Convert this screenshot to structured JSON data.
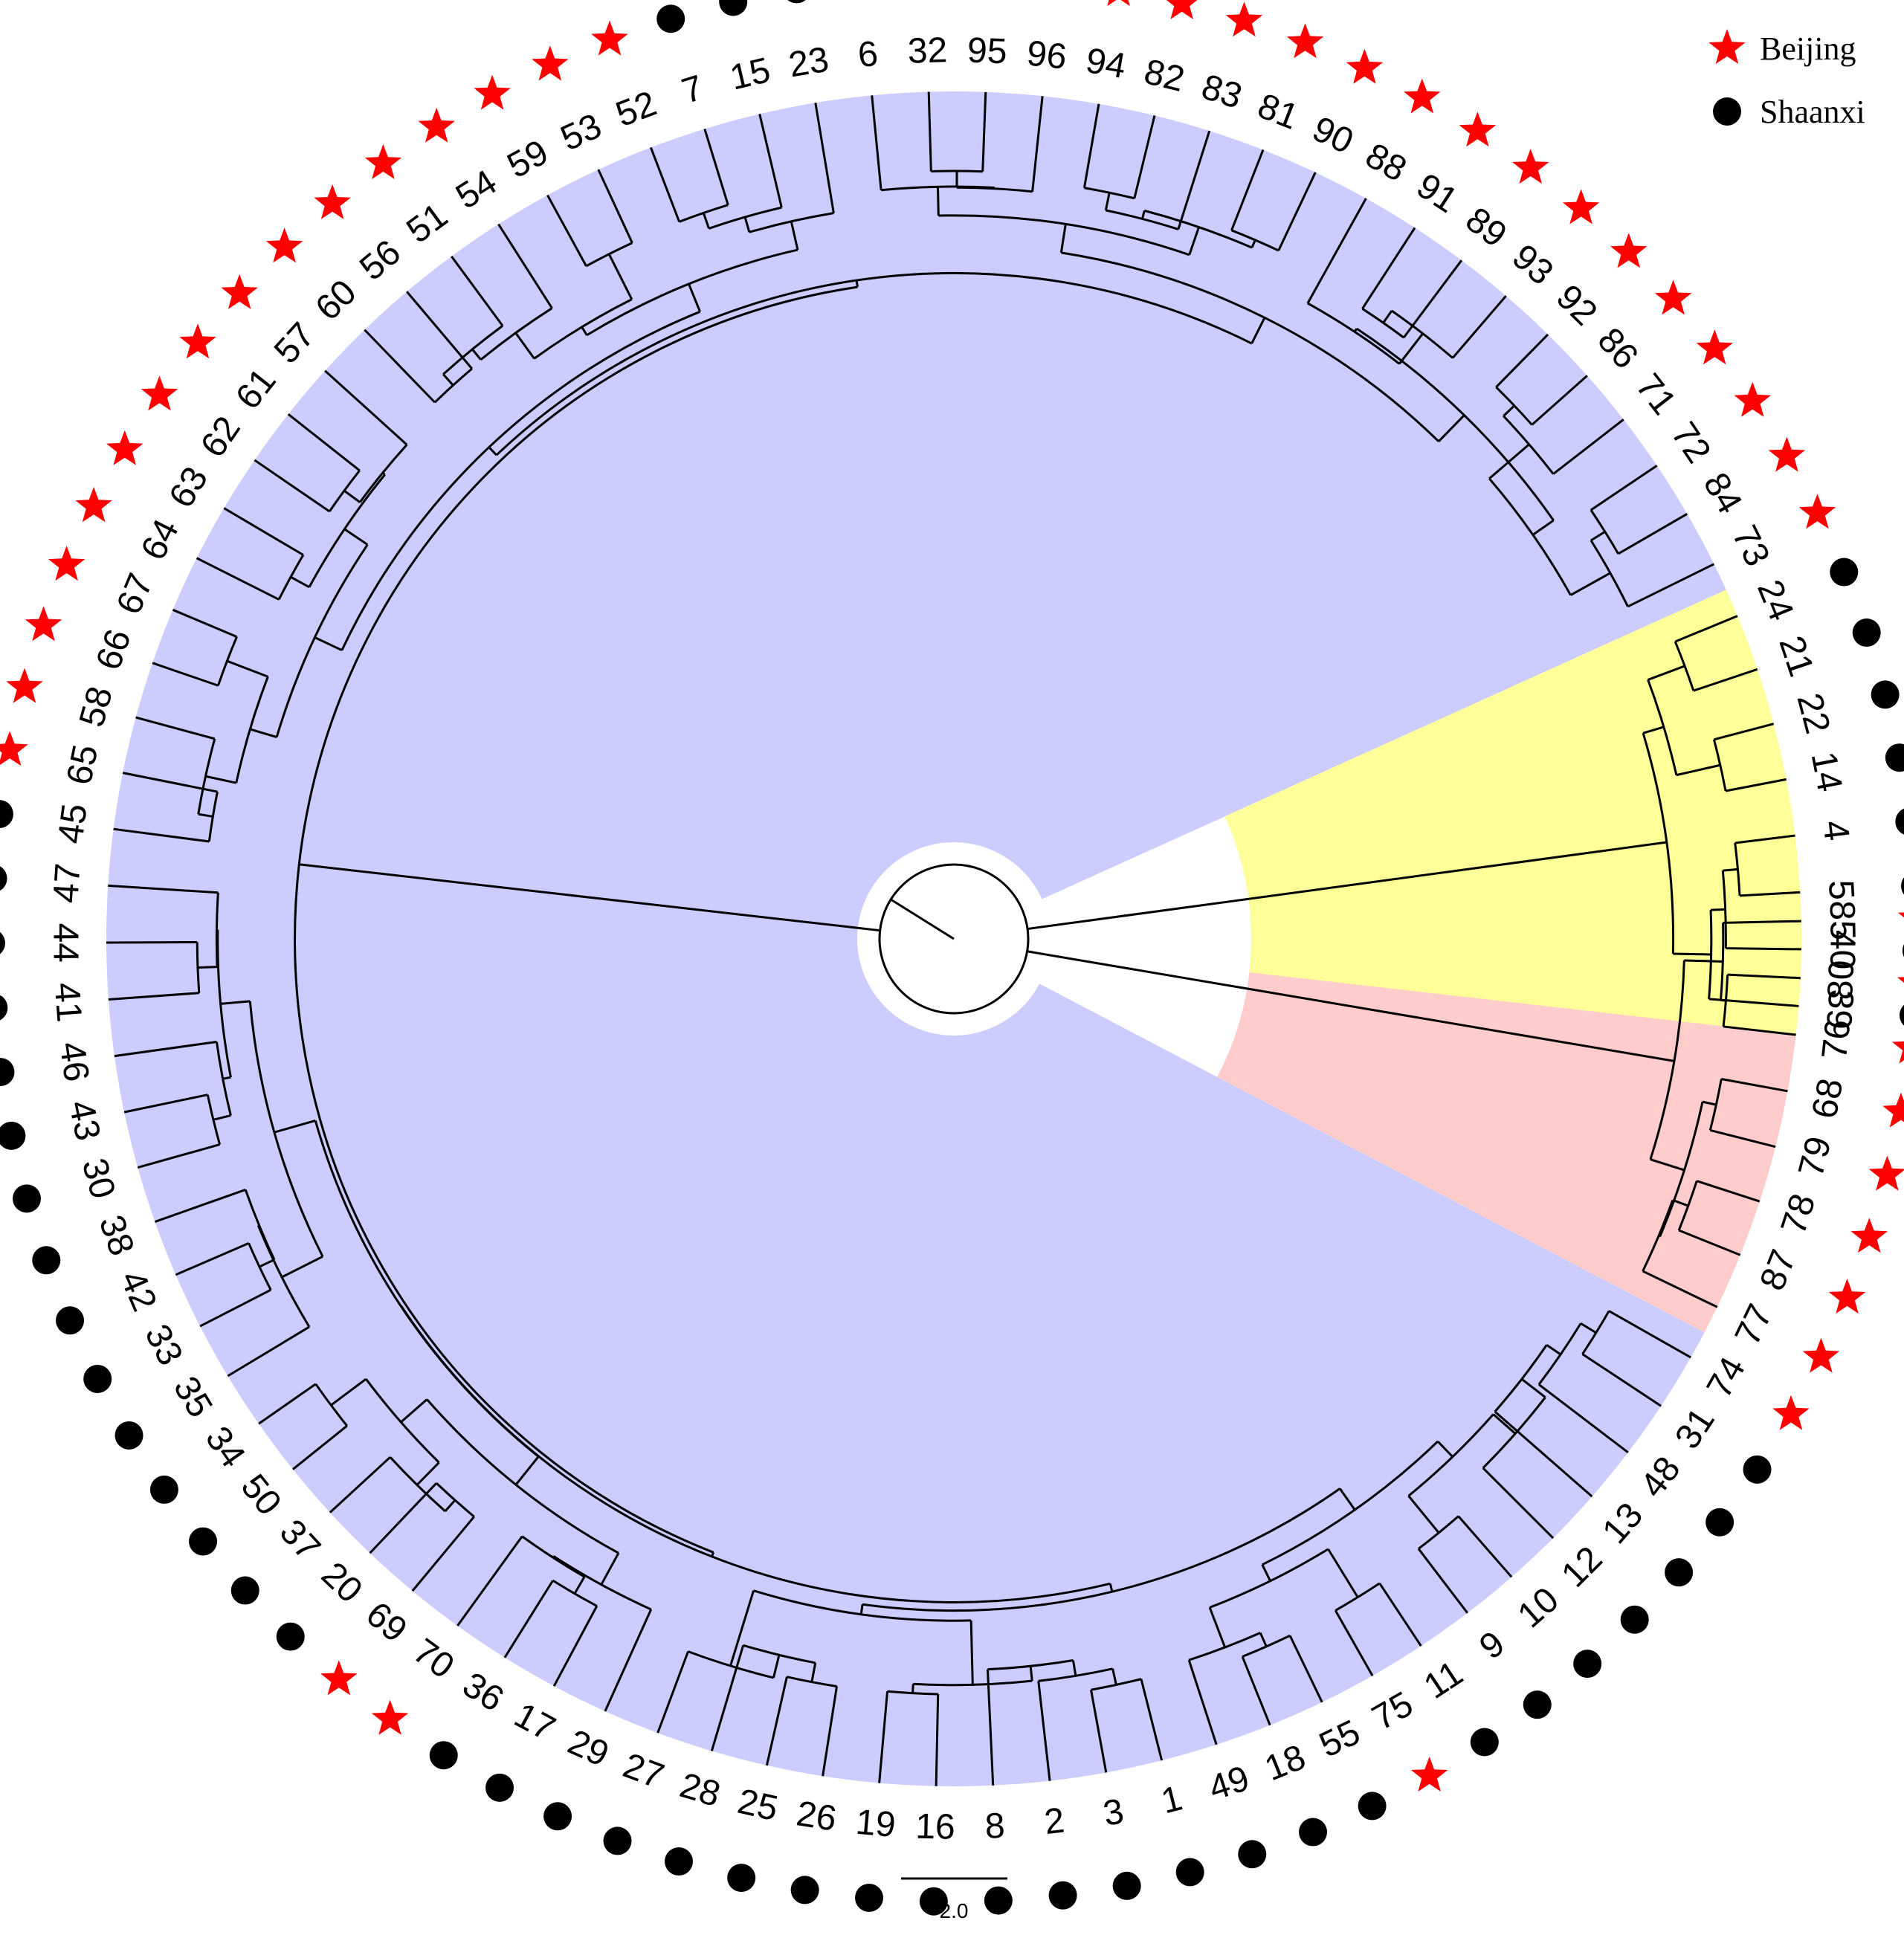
{
  "legend": {
    "items": [
      {
        "label": "Beijing",
        "marker": "star",
        "color": "#ff0000"
      },
      {
        "label": "Shaanxi",
        "marker": "circle",
        "color": "#000000"
      }
    ]
  },
  "scale_bar": {
    "label": "2.0"
  },
  "colors": {
    "main_clade": "#ccccff",
    "yellow_clade": "#ffff99",
    "pink_clade": "#ffcccc",
    "beijing": "#ff0000",
    "shaanxi": "#000000"
  },
  "leaves": [
    {
      "id": "85",
      "region": "Beijing",
      "clade": "pink"
    },
    {
      "id": "80",
      "region": "Beijing",
      "clade": "pink"
    },
    {
      "id": "76",
      "region": "Beijing",
      "clade": "pink"
    },
    {
      "id": "68",
      "region": "Beijing",
      "clade": "pink"
    },
    {
      "id": "79",
      "region": "Beijing",
      "clade": "pink"
    },
    {
      "id": "78",
      "region": "Beijing",
      "clade": "pink"
    },
    {
      "id": "87",
      "region": "Beijing",
      "clade": "pink"
    },
    {
      "id": "77",
      "region": "Beijing",
      "clade": "pink"
    },
    {
      "id": "74",
      "region": "Beijing",
      "clade": "main"
    },
    {
      "id": "31",
      "region": "Shaanxi",
      "clade": "main"
    },
    {
      "id": "48",
      "region": "Shaanxi",
      "clade": "main"
    },
    {
      "id": "13",
      "region": "Shaanxi",
      "clade": "main"
    },
    {
      "id": "12",
      "region": "Shaanxi",
      "clade": "main"
    },
    {
      "id": "10",
      "region": "Shaanxi",
      "clade": "main"
    },
    {
      "id": "9",
      "region": "Shaanxi",
      "clade": "main"
    },
    {
      "id": "11",
      "region": "Shaanxi",
      "clade": "main"
    },
    {
      "id": "75",
      "region": "Beijing",
      "clade": "main"
    },
    {
      "id": "55",
      "region": "Shaanxi",
      "clade": "main"
    },
    {
      "id": "18",
      "region": "Shaanxi",
      "clade": "main"
    },
    {
      "id": "49",
      "region": "Shaanxi",
      "clade": "main"
    },
    {
      "id": "1",
      "region": "Shaanxi",
      "clade": "main"
    },
    {
      "id": "3",
      "region": "Shaanxi",
      "clade": "main"
    },
    {
      "id": "2",
      "region": "Shaanxi",
      "clade": "main"
    },
    {
      "id": "8",
      "region": "Shaanxi",
      "clade": "main"
    },
    {
      "id": "16",
      "region": "Shaanxi",
      "clade": "main"
    },
    {
      "id": "19",
      "region": "Shaanxi",
      "clade": "main"
    },
    {
      "id": "26",
      "region": "Shaanxi",
      "clade": "main"
    },
    {
      "id": "25",
      "region": "Shaanxi",
      "clade": "main"
    },
    {
      "id": "28",
      "region": "Shaanxi",
      "clade": "main"
    },
    {
      "id": "27",
      "region": "Shaanxi",
      "clade": "main"
    },
    {
      "id": "29",
      "region": "Shaanxi",
      "clade": "main"
    },
    {
      "id": "17",
      "region": "Shaanxi",
      "clade": "main"
    },
    {
      "id": "36",
      "region": "Shaanxi",
      "clade": "main"
    },
    {
      "id": "70",
      "region": "Beijing",
      "clade": "main"
    },
    {
      "id": "69",
      "region": "Beijing",
      "clade": "main"
    },
    {
      "id": "20",
      "region": "Shaanxi",
      "clade": "main"
    },
    {
      "id": "37",
      "region": "Shaanxi",
      "clade": "main"
    },
    {
      "id": "50",
      "region": "Shaanxi",
      "clade": "main"
    },
    {
      "id": "34",
      "region": "Shaanxi",
      "clade": "main"
    },
    {
      "id": "35",
      "region": "Shaanxi",
      "clade": "main"
    },
    {
      "id": "33",
      "region": "Shaanxi",
      "clade": "main"
    },
    {
      "id": "42",
      "region": "Shaanxi",
      "clade": "main"
    },
    {
      "id": "38",
      "region": "Shaanxi",
      "clade": "main"
    },
    {
      "id": "30",
      "region": "Shaanxi",
      "clade": "main"
    },
    {
      "id": "43",
      "region": "Shaanxi",
      "clade": "main"
    },
    {
      "id": "46",
      "region": "Shaanxi",
      "clade": "main"
    },
    {
      "id": "41",
      "region": "Shaanxi",
      "clade": "main"
    },
    {
      "id": "44",
      "region": "Shaanxi",
      "clade": "main"
    },
    {
      "id": "47",
      "region": "Shaanxi",
      "clade": "main"
    },
    {
      "id": "45",
      "region": "Shaanxi",
      "clade": "main"
    },
    {
      "id": "65",
      "region": "Beijing",
      "clade": "main"
    },
    {
      "id": "58",
      "region": "Beijing",
      "clade": "main"
    },
    {
      "id": "66",
      "region": "Beijing",
      "clade": "main"
    },
    {
      "id": "67",
      "region": "Beijing",
      "clade": "main"
    },
    {
      "id": "64",
      "region": "Beijing",
      "clade": "main"
    },
    {
      "id": "63",
      "region": "Beijing",
      "clade": "main"
    },
    {
      "id": "62",
      "region": "Beijing",
      "clade": "main"
    },
    {
      "id": "61",
      "region": "Beijing",
      "clade": "main"
    },
    {
      "id": "57",
      "region": "Beijing",
      "clade": "main"
    },
    {
      "id": "60",
      "region": "Beijing",
      "clade": "main"
    },
    {
      "id": "56",
      "region": "Beijing",
      "clade": "main"
    },
    {
      "id": "51",
      "region": "Beijing",
      "clade": "main"
    },
    {
      "id": "54",
      "region": "Beijing",
      "clade": "main"
    },
    {
      "id": "59",
      "region": "Beijing",
      "clade": "main"
    },
    {
      "id": "53",
      "region": "Beijing",
      "clade": "main"
    },
    {
      "id": "52",
      "region": "Beijing",
      "clade": "main"
    },
    {
      "id": "7",
      "region": "Shaanxi",
      "clade": "main"
    },
    {
      "id": "15",
      "region": "Shaanxi",
      "clade": "main"
    },
    {
      "id": "23",
      "region": "Shaanxi",
      "clade": "main"
    },
    {
      "id": "6",
      "region": "Shaanxi",
      "clade": "main"
    },
    {
      "id": "32",
      "region": "Shaanxi",
      "clade": "main"
    },
    {
      "id": "95",
      "region": "Beijing",
      "clade": "main"
    },
    {
      "id": "96",
      "region": "Beijing",
      "clade": "main"
    },
    {
      "id": "94",
      "region": "Beijing",
      "clade": "main"
    },
    {
      "id": "82",
      "region": "Beijing",
      "clade": "main"
    },
    {
      "id": "83",
      "region": "Beijing",
      "clade": "main"
    },
    {
      "id": "81",
      "region": "Beijing",
      "clade": "main"
    },
    {
      "id": "90",
      "region": "Beijing",
      "clade": "main"
    },
    {
      "id": "88",
      "region": "Beijing",
      "clade": "main"
    },
    {
      "id": "91",
      "region": "Beijing",
      "clade": "main"
    },
    {
      "id": "89",
      "region": "Beijing",
      "clade": "main"
    },
    {
      "id": "93",
      "region": "Beijing",
      "clade": "main"
    },
    {
      "id": "92",
      "region": "Beijing",
      "clade": "main"
    },
    {
      "id": "86",
      "region": "Beijing",
      "clade": "main"
    },
    {
      "id": "71",
      "region": "Beijing",
      "clade": "main"
    },
    {
      "id": "72",
      "region": "Beijing",
      "clade": "main"
    },
    {
      "id": "84",
      "region": "Beijing",
      "clade": "main"
    },
    {
      "id": "73",
      "region": "Beijing",
      "clade": "main"
    },
    {
      "id": "24",
      "region": "Shaanxi",
      "clade": "yellow"
    },
    {
      "id": "21",
      "region": "Shaanxi",
      "clade": "yellow"
    },
    {
      "id": "22",
      "region": "Shaanxi",
      "clade": "yellow"
    },
    {
      "id": "14",
      "region": "Shaanxi",
      "clade": "yellow"
    },
    {
      "id": "4",
      "region": "Shaanxi",
      "clade": "yellow"
    },
    {
      "id": "5",
      "region": "Shaanxi",
      "clade": "yellow"
    },
    {
      "id": "40",
      "region": "Shaanxi",
      "clade": "yellow"
    },
    {
      "id": "39",
      "region": "Shaanxi",
      "clade": "yellow"
    }
  ]
}
